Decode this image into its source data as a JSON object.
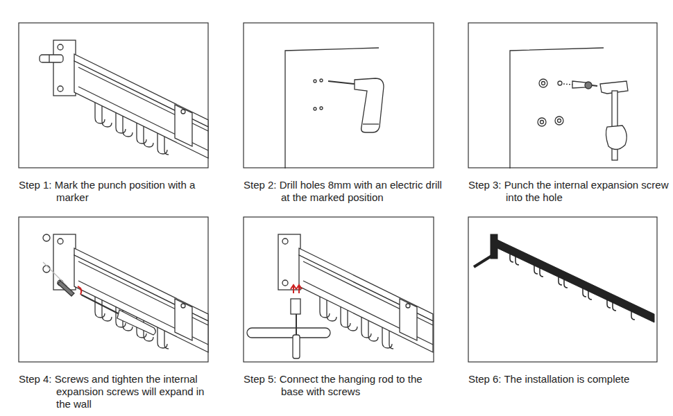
{
  "diagram": {
    "labels": [
      "Step 1: Mark the punch position with a marker",
      "Step 2: Drill holes 8mm with an electric drill at the marked position",
      "Step 3: Punch the internal expansion screw into the hole",
      "Step 4: Screws and tighten the internal expansion screws will expand in the wall",
      "Step 5: Connect the hanging rod to the base with screws",
      "Step 6: The installation is complete"
    ]
  }
}
